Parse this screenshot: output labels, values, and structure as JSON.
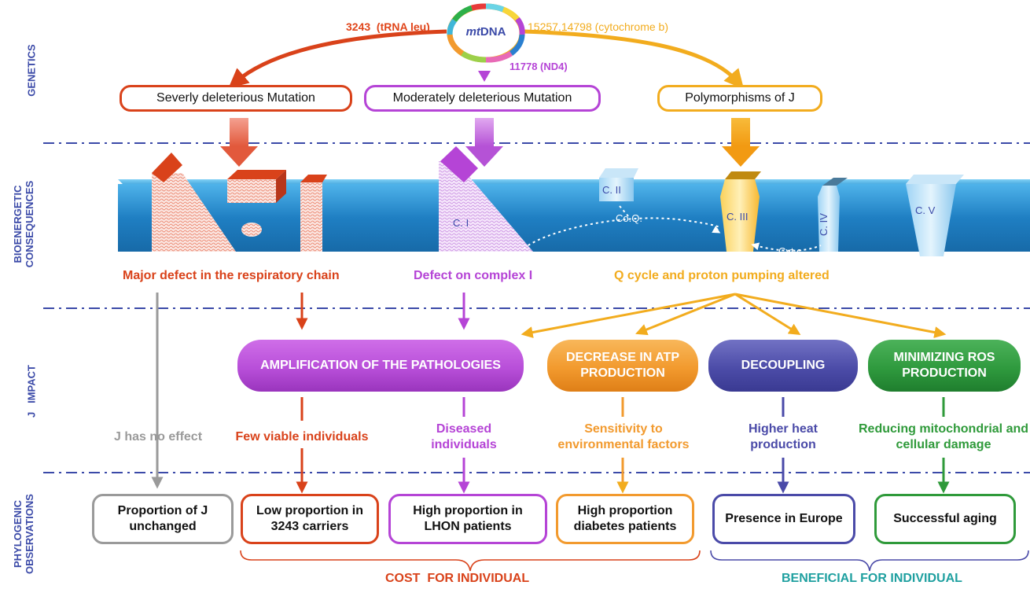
{
  "section_labels": {
    "genetics": "GENETICS",
    "bioenergetic": [
      "BIOENERGETIC",
      "CONSEQUENCES"
    ],
    "j_impact": "J   IMPACT",
    "phylogenic": [
      "PHYLOGENIC",
      "OBSERVATIONS"
    ]
  },
  "genetics": {
    "plasmid_label": "mtDNA",
    "plasmid_label_prefix": "mt",
    "plasmid_label_suffix": "DNA",
    "mut_3243": "3243  (tRNA leu)",
    "mut_11778": "11778 (ND4)",
    "mut_cytb": "15257,14798 (cytochrome b)",
    "severe": "Severly deleterious Mutation",
    "moderate": "Moderately deleterious Mutation",
    "polymorph": "Polymorphisms of J"
  },
  "membrane": {
    "c1": "C. I",
    "c2": "C. II",
    "c3": "C. III",
    "c4": "C. IV",
    "c5": "C. V",
    "coq": "Co.Q.",
    "cytc": "Cyt.c"
  },
  "consequences": {
    "major": "Major defect in the respiratory chain",
    "complex1": "Defect on complex I",
    "qcycle": "Q cycle and proton pumping altered"
  },
  "impact": {
    "amplification": "AMPLIFICATION OF THE PATHOLOGIES",
    "atp": "DECREASE IN ATP PRODUCTION",
    "decoupling": "DECOUPLING",
    "ros": "MINIMIZING ROS PRODUCTION"
  },
  "effects": {
    "no_effect": "J has no effect",
    "few_viable": "Few viable individuals",
    "diseased": "Diseased individuals",
    "sensitivity": "Sensitivity to environmental factors",
    "heat": "Higher heat production",
    "reducing": "Reducing mitochondrial and cellular damage"
  },
  "observations": {
    "unchanged": "Proportion of J unchanged",
    "low3243": "Low proportion in 3243 carriers",
    "lhon": "High proportion in LHON patients",
    "diabetes": "High proportion diabetes patients",
    "europe": "Presence  in Europe",
    "aging": "Successful aging"
  },
  "braces": {
    "cost": "COST  FOR INDIVIDUAL",
    "beneficial": "BENEFICIAL FOR INDIVIDUAL"
  },
  "colors": {
    "severe": "#d9421a",
    "moderate": "#b544d6",
    "polymorph": "#f2ac1e",
    "neutral": "#9a9a9a",
    "decoupling": "#4a4aa8",
    "ros": "#2f9a3a",
    "membrane": "#1e7fc0",
    "dashline": "#3b4aa8",
    "cyan": "#1fa0a0"
  }
}
